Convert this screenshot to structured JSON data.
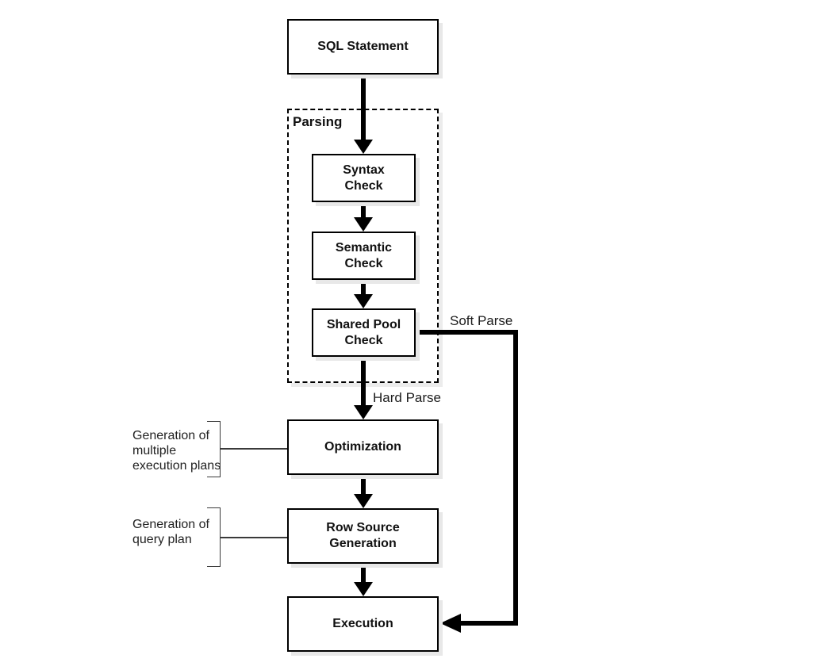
{
  "diagram": {
    "nodes": {
      "sql_statement": {
        "label": "SQL Statement"
      },
      "syntax_check": {
        "line1": "Syntax",
        "line2": "Check"
      },
      "semantic_check": {
        "line1": "Semantic",
        "line2": "Check"
      },
      "shared_pool_check": {
        "line1": "Shared Pool",
        "line2": "Check"
      },
      "optimization": {
        "label": "Optimization"
      },
      "row_source_generation": {
        "line1": "Row Source",
        "line2": "Generation"
      },
      "execution": {
        "label": "Execution"
      }
    },
    "container": {
      "label": "Parsing"
    },
    "edge_labels": {
      "soft_parse": "Soft Parse",
      "hard_parse": "Hard Parse"
    },
    "annotations": {
      "optimization_note": {
        "line1": "Generation of",
        "line2": "multiple",
        "line3": "execution plans"
      },
      "row_source_note": {
        "line1": "Generation of",
        "line2": "query plan"
      }
    },
    "colors": {
      "background": "#ffffff",
      "line": "#000000",
      "box_fill": "#ffffff",
      "box_border": "#000000",
      "shadow": "#e8e8e8",
      "text": "#111111"
    }
  }
}
